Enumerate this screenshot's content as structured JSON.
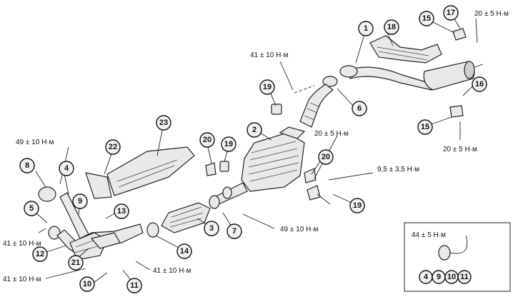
{
  "callouts": [
    "1",
    "2",
    "3",
    "4",
    "5",
    "6",
    "7",
    "8",
    "9",
    "10",
    "11",
    "12",
    "13",
    "14",
    "15",
    "15",
    "16",
    "17",
    "18",
    "19",
    "19",
    "19",
    "20",
    "20",
    "21",
    "22",
    "23",
    "4",
    "9",
    "10",
    "11"
  ],
  "torques": {
    "t_top_right": "20 ± 5 Н·м",
    "t_mid_upper": "41 ± 10 Н·м",
    "t_left_upper": "49 ± 10 Н·м",
    "t_center": "20 ± 5 Н·м",
    "t_right": "9,5 ± 3,5 Н·м",
    "t_right_lower": "20 ± 5 Н·м",
    "t_left_lower": "41 ± 10 Н·м",
    "t_center_lower": "49 ± 10 Н·м",
    "t_bottom_right": "41 ± 10 Н·м",
    "t_bottom_left": "41 ± 10 Н·м",
    "t_inset": "44 ± 5 Н·м"
  }
}
